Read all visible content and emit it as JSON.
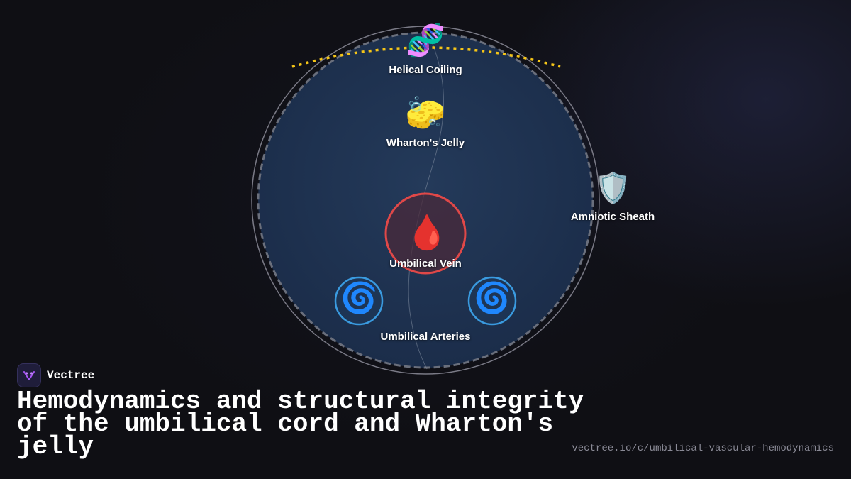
{
  "brand": {
    "name": "Vectree",
    "accent": "#a855f7"
  },
  "title": "Hemodynamics and structural integrity of the umbilical cord and Wharton's jelly",
  "url": "vectree.io/c/umbilical-vascular-hemodynamics",
  "colors": {
    "background": "#0f0f14",
    "cord_fill": "#1e3250",
    "vein_ring": "#e04848",
    "artery_ring": "#3a9be0",
    "coil_line": "#f5c518"
  },
  "nodes": [
    {
      "id": "helical-coiling",
      "label": "Helical Coiling",
      "icon": "dna-icon",
      "glyph": "🧬"
    },
    {
      "id": "whartons-jelly",
      "label": "Wharton's Jelly",
      "icon": "sponge-icon",
      "glyph": "🧽"
    },
    {
      "id": "amniotic-sheath",
      "label": "Amniotic Sheath",
      "icon": "shield-icon",
      "glyph": "🛡️"
    },
    {
      "id": "umbilical-vein",
      "label": "Umbilical Vein",
      "icon": "blood-drop-icon",
      "glyph": "🩸"
    },
    {
      "id": "umbilical-arteries",
      "label": "Umbilical Arteries",
      "icon": "cyclone-icon",
      "glyph": "🌀"
    }
  ]
}
